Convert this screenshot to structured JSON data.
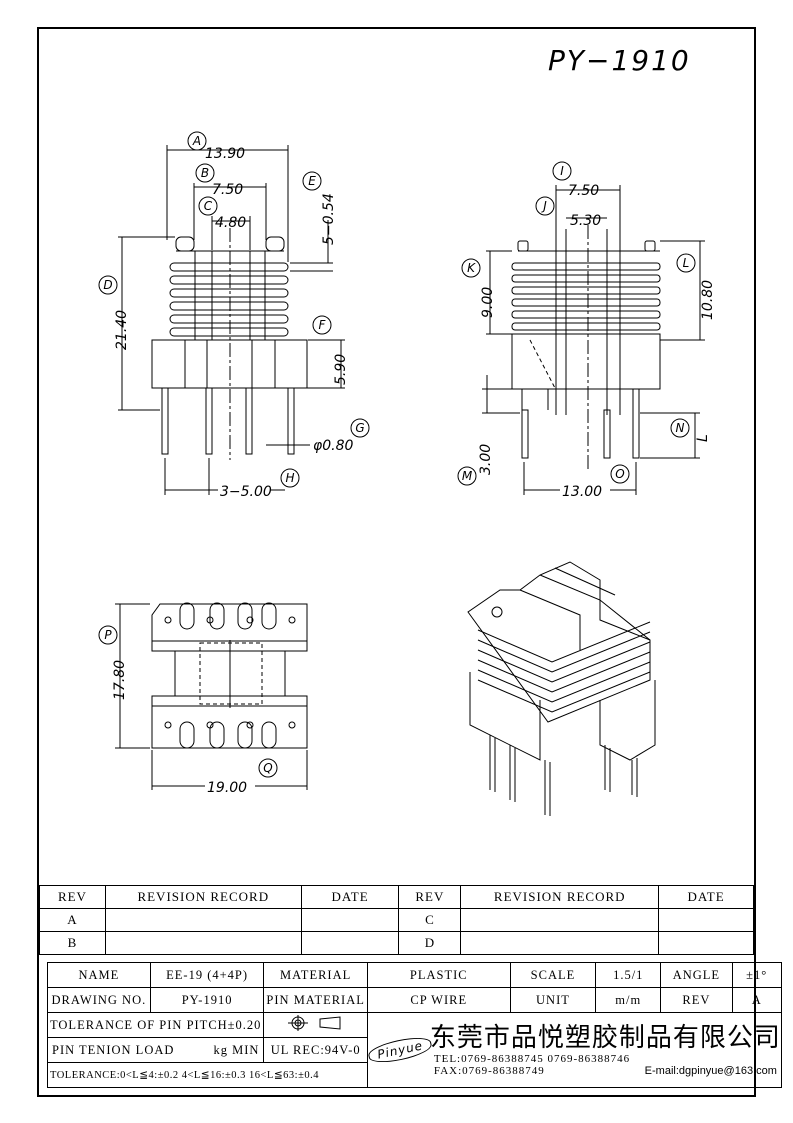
{
  "drawing": {
    "title": "PY−1910",
    "dims": {
      "a": "13.90",
      "b": "7.50",
      "c": "4.80",
      "e": "5−0.54",
      "d": "21.40",
      "f": "5.90",
      "g": "φ0.80",
      "h": "3−5.00",
      "i": "7.50",
      "j": "5.30",
      "k": "9.00",
      "l": "10.80",
      "m": "3.00",
      "n": "L",
      "o": "13.00",
      "p": "17.80",
      "q": "19.00"
    },
    "labels": {
      "a": "A",
      "b": "B",
      "c": "C",
      "d": "D",
      "e": "E",
      "f": "F",
      "g": "G",
      "h": "H",
      "i": "I",
      "j": "J",
      "k": "K",
      "l": "L",
      "m": "M",
      "n": "N",
      "o": "O",
      "p": "P",
      "q": "Q"
    }
  },
  "revision_table": {
    "headers": [
      "REV",
      "REVISION RECORD",
      "DATE",
      "REV",
      "REVISION RECORD",
      "DATE"
    ],
    "rows": [
      [
        "A",
        "",
        "",
        "C",
        "",
        ""
      ],
      [
        "B",
        "",
        "",
        "D",
        "",
        ""
      ]
    ]
  },
  "spec_table": {
    "name_label": "NAME",
    "name_value": "EE-19 (4+4P)",
    "material_label": "MATERIAL",
    "material_value": "PLASTIC",
    "scale_label": "SCALE",
    "scale_value": "1.5/1",
    "angle_label": "ANGLE",
    "angle_value": "±1°",
    "drawing_no_label": "DRAWING NO.",
    "drawing_no_value": "PY-1910",
    "pin_material_label": "PIN MATERIAL",
    "pin_material_value": "CP WIRE",
    "unit_label": "UNIT",
    "unit_value": "m/m",
    "rev_label": "REV",
    "rev_value": "A",
    "tolerance_pitch": "TOLERANCE OF PIN PITCH±0.20",
    "pin_tension_label": "PIN TENION LOAD",
    "pin_tension_value": "kg MIN",
    "ul_rec": "UL REC:94V-0",
    "tolerance_ranges": "TOLERANCE:0<L≦4:±0.2  4<L≦16:±0.3  16<L≦63:±0.4",
    "company": "东莞市品悦塑胶制品有限公司",
    "logo": "Pinyue",
    "tel": "TEL:0769-86388745   0769-86388746",
    "fax": "FAX:0769-86388749",
    "email": "E-mail:dgpinyue@163.com"
  }
}
